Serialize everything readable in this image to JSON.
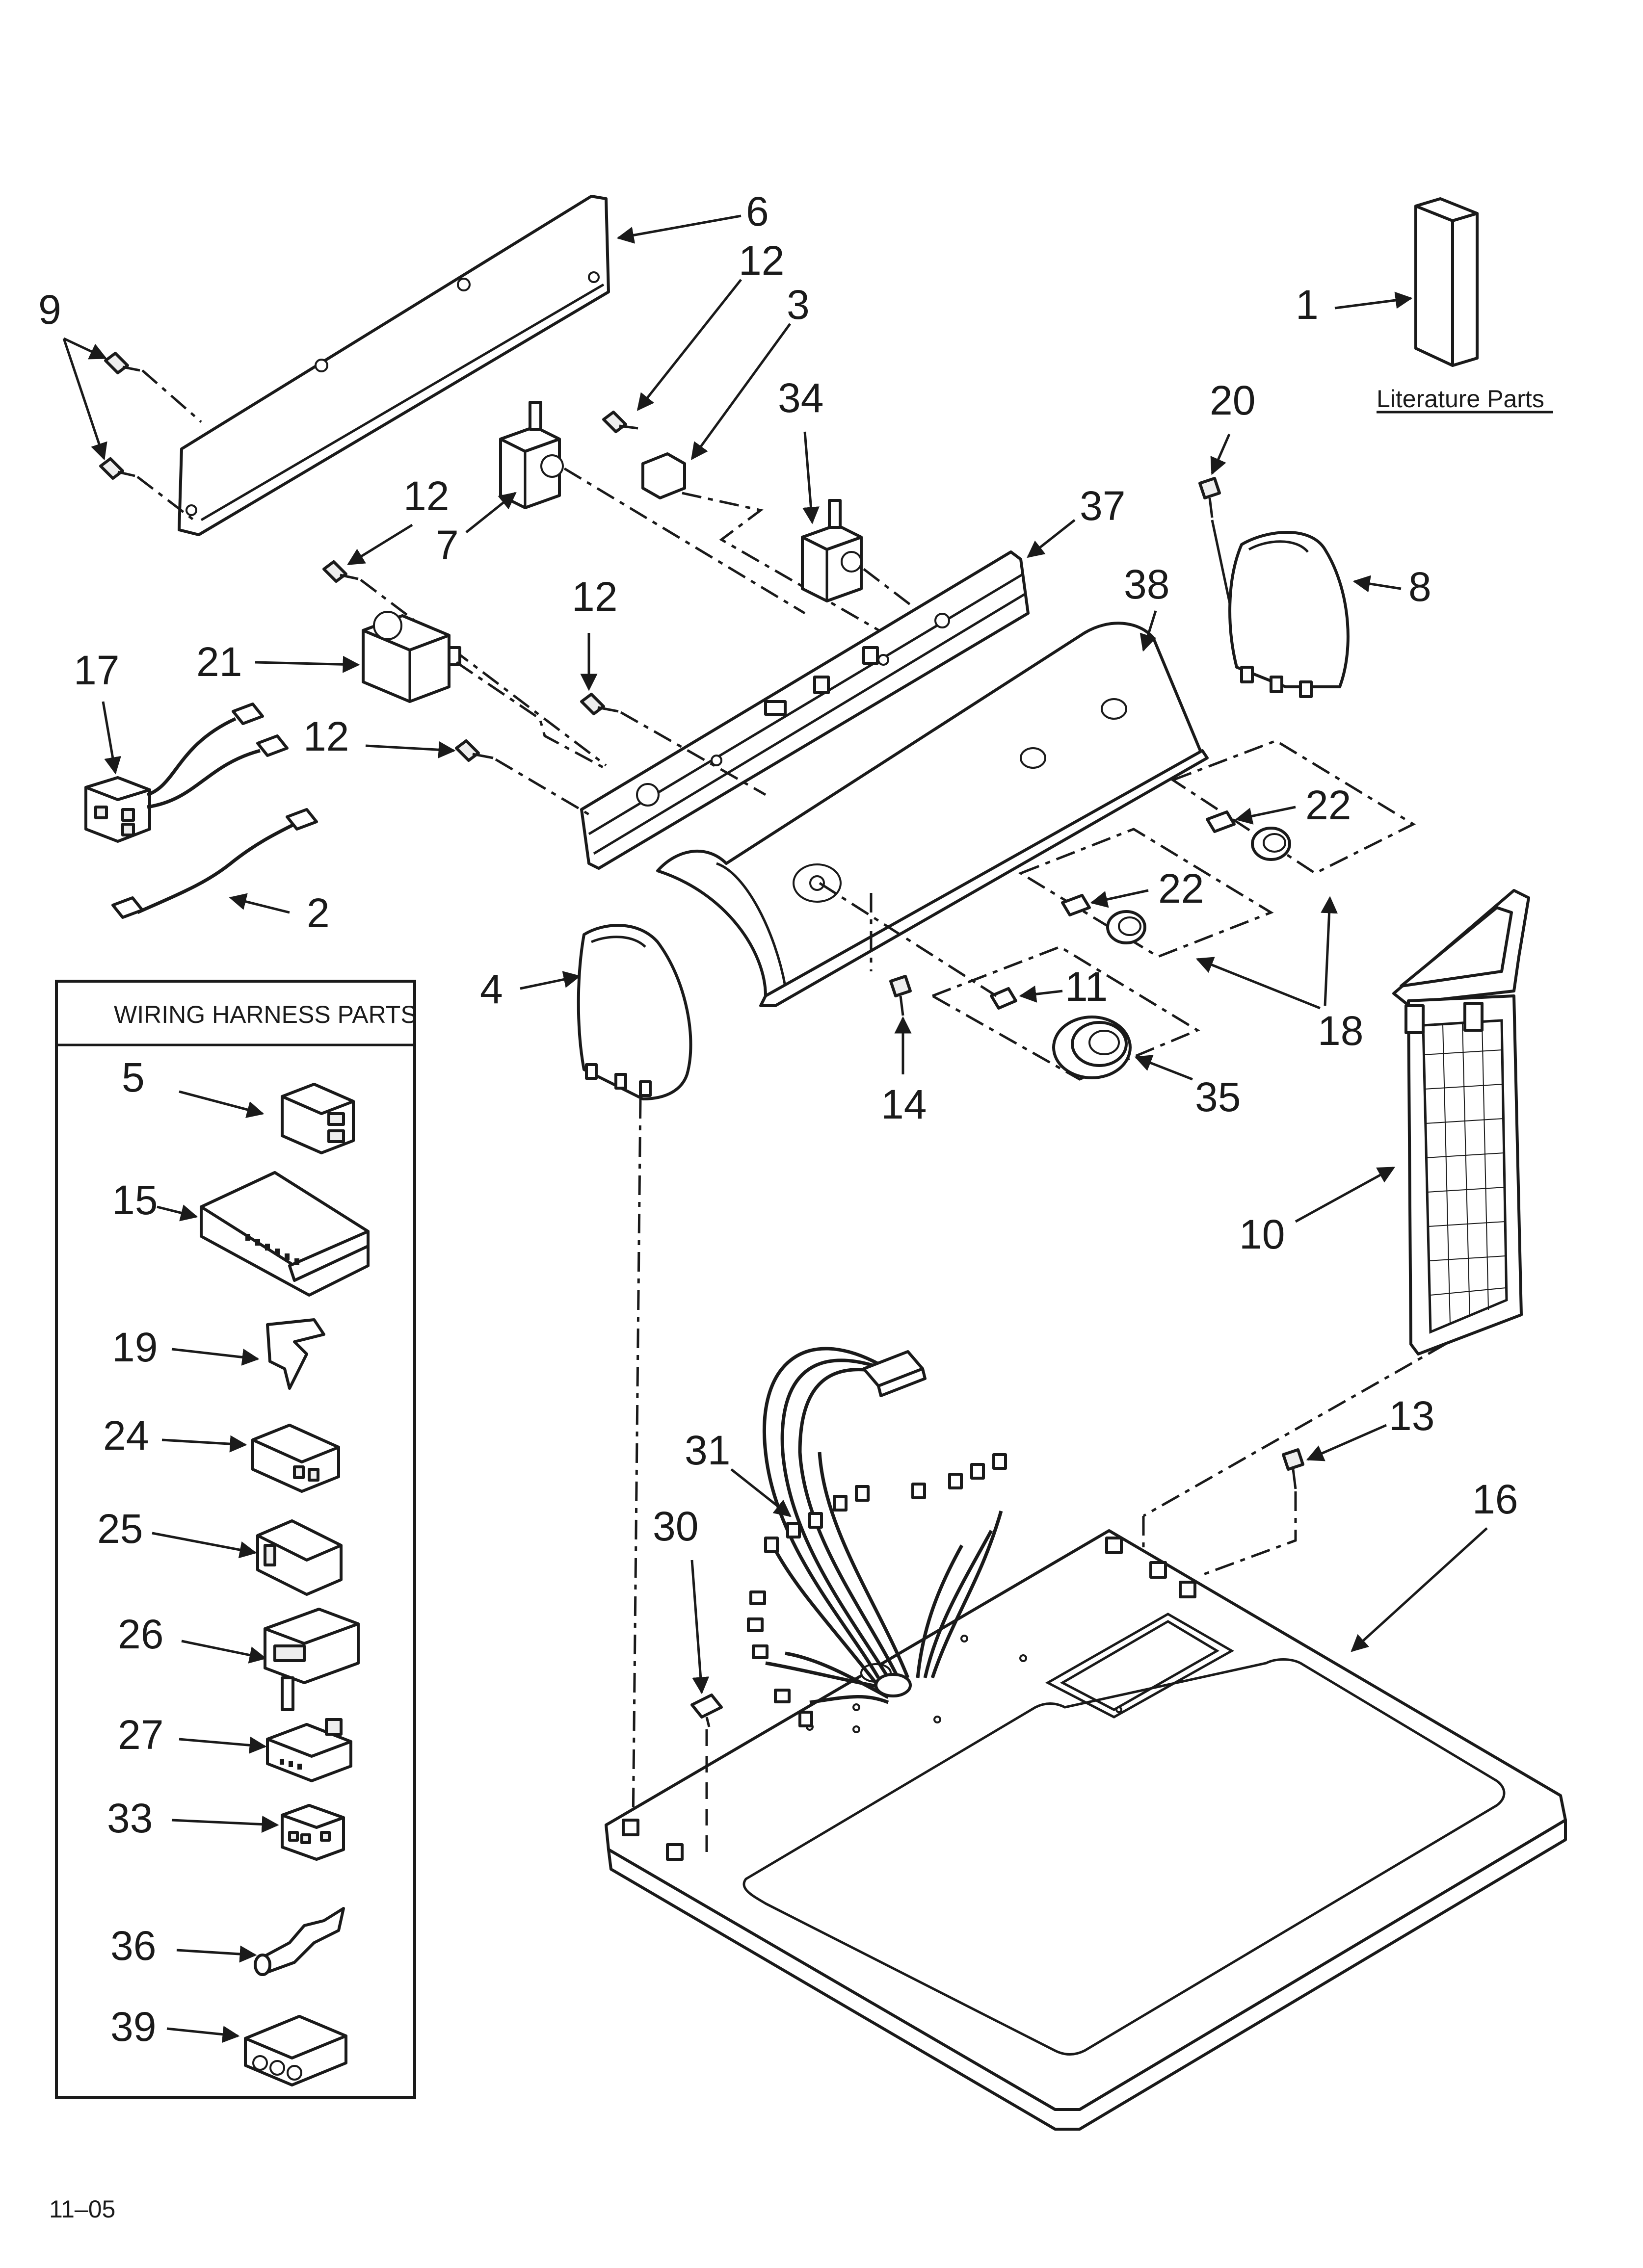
{
  "callouts": {
    "c1": "1",
    "c2": "2",
    "c3": "3",
    "c4": "4",
    "c5": "5",
    "c6": "6",
    "c7": "7",
    "c8": "8",
    "c9": "9",
    "c10": "10",
    "c11": "11",
    "c12": "12",
    "c13": "13",
    "c14": "14",
    "c15": "15",
    "c16": "16",
    "c17": "17",
    "c18": "18",
    "c19": "19",
    "c20": "20",
    "c21": "21",
    "c22": "22",
    "c24": "24",
    "c25": "25",
    "c26": "26",
    "c27": "27",
    "c30": "30",
    "c31": "31",
    "c33": "33",
    "c34": "34",
    "c35": "35",
    "c36": "36",
    "c37": "37",
    "c38": "38",
    "c39": "39"
  },
  "literature_label": "Literature Parts",
  "wiring_harness_title": "WIRING HARNESS PARTS",
  "footer_code": "11–05"
}
